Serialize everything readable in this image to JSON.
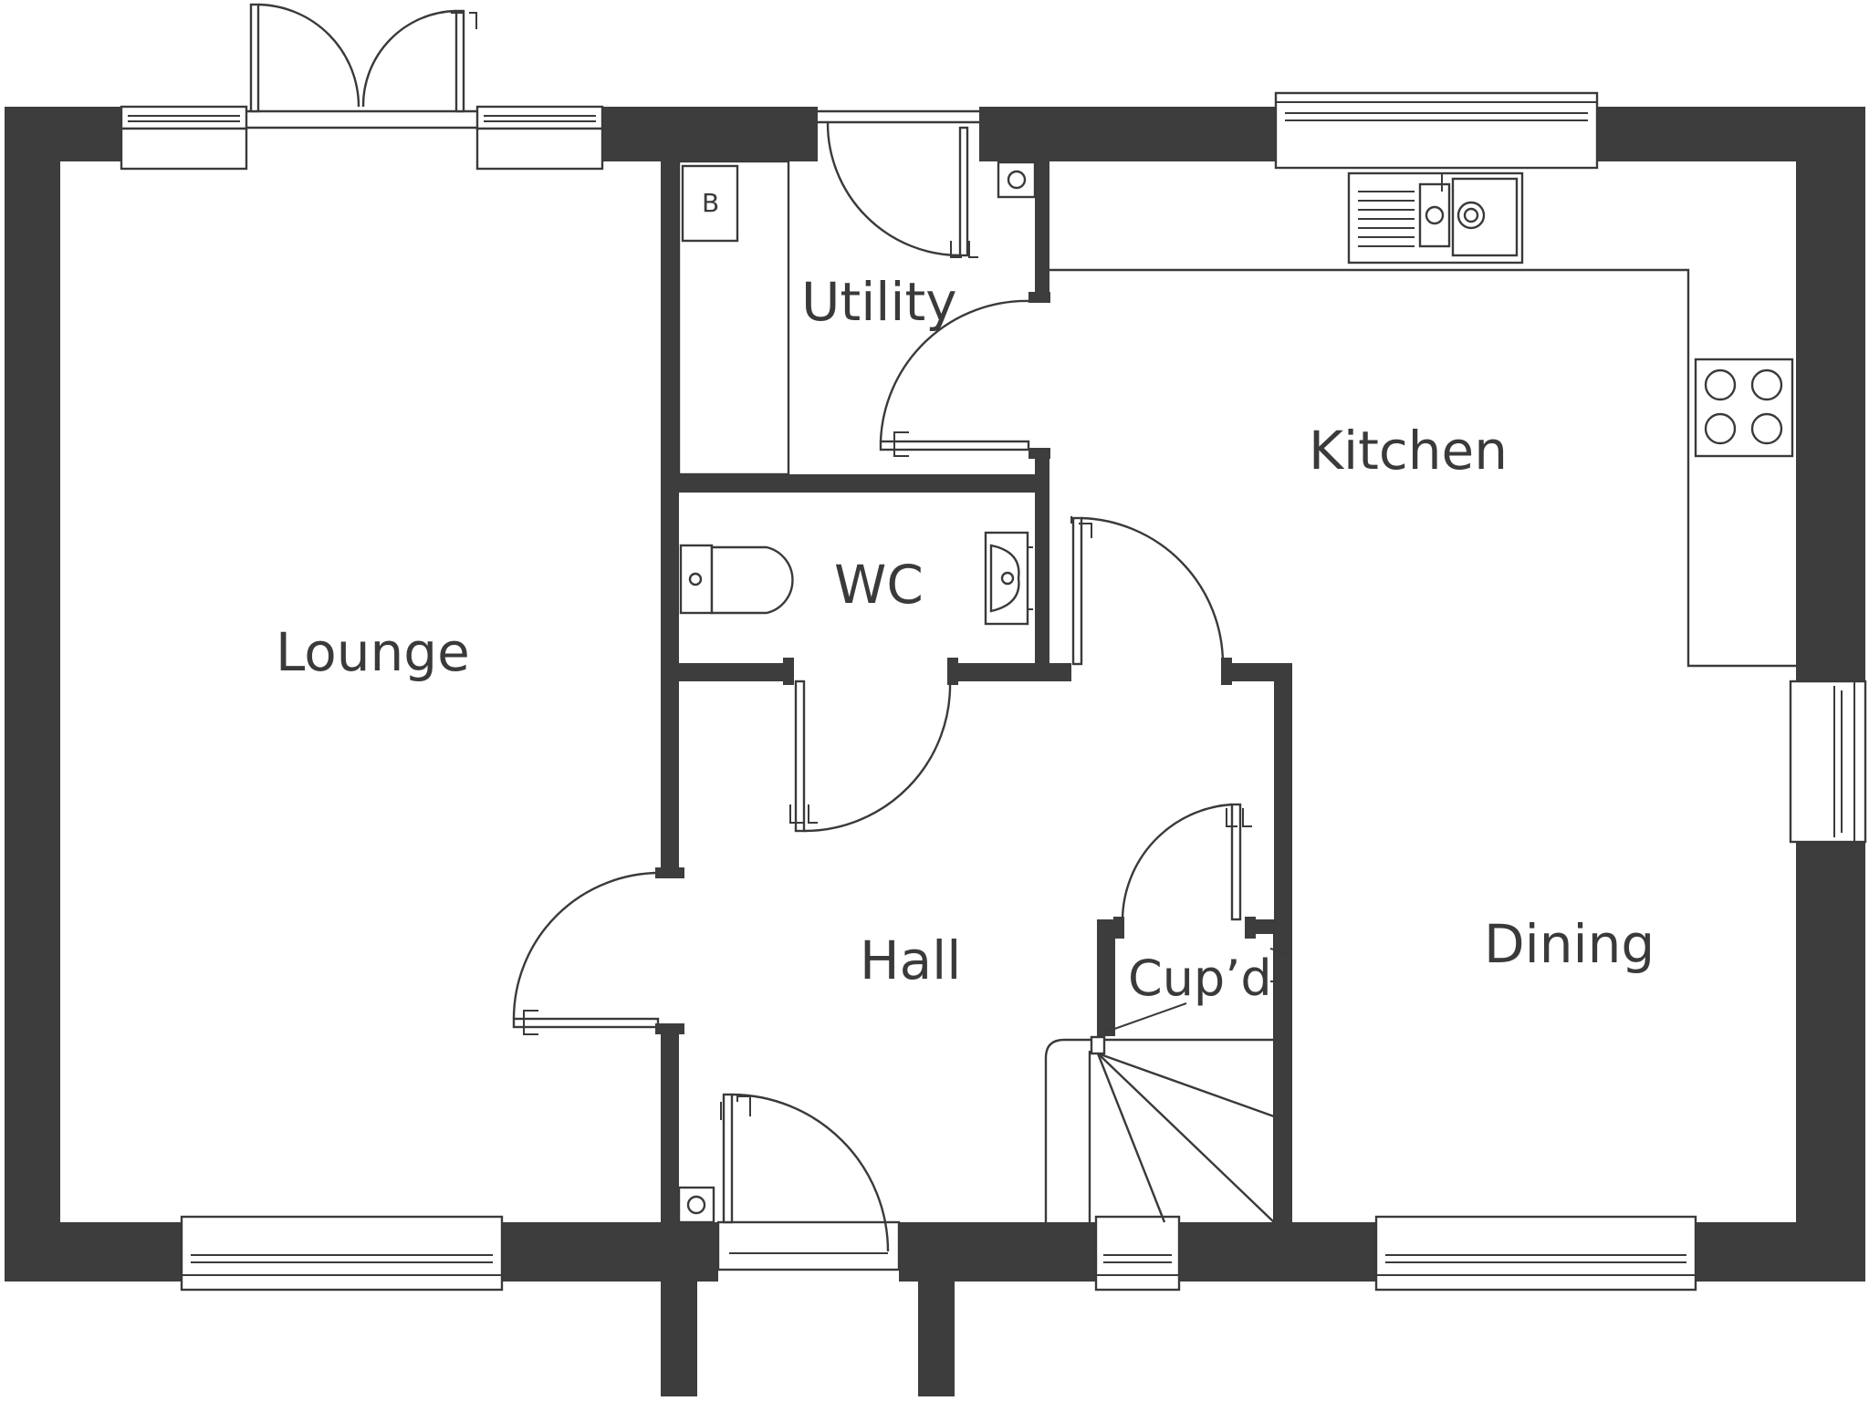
{
  "rooms": {
    "lounge": "Lounge",
    "utility": "Utility",
    "kitchen": "Kitchen",
    "wc": "WC",
    "hall": "Hall",
    "cupboard": "Cup’d",
    "dining": "Dining"
  },
  "fixtures": {
    "boiler": "B"
  },
  "colors": {
    "wall": "#3d3d3d",
    "line": "#3a3a3a",
    "background": "#ffffff"
  }
}
